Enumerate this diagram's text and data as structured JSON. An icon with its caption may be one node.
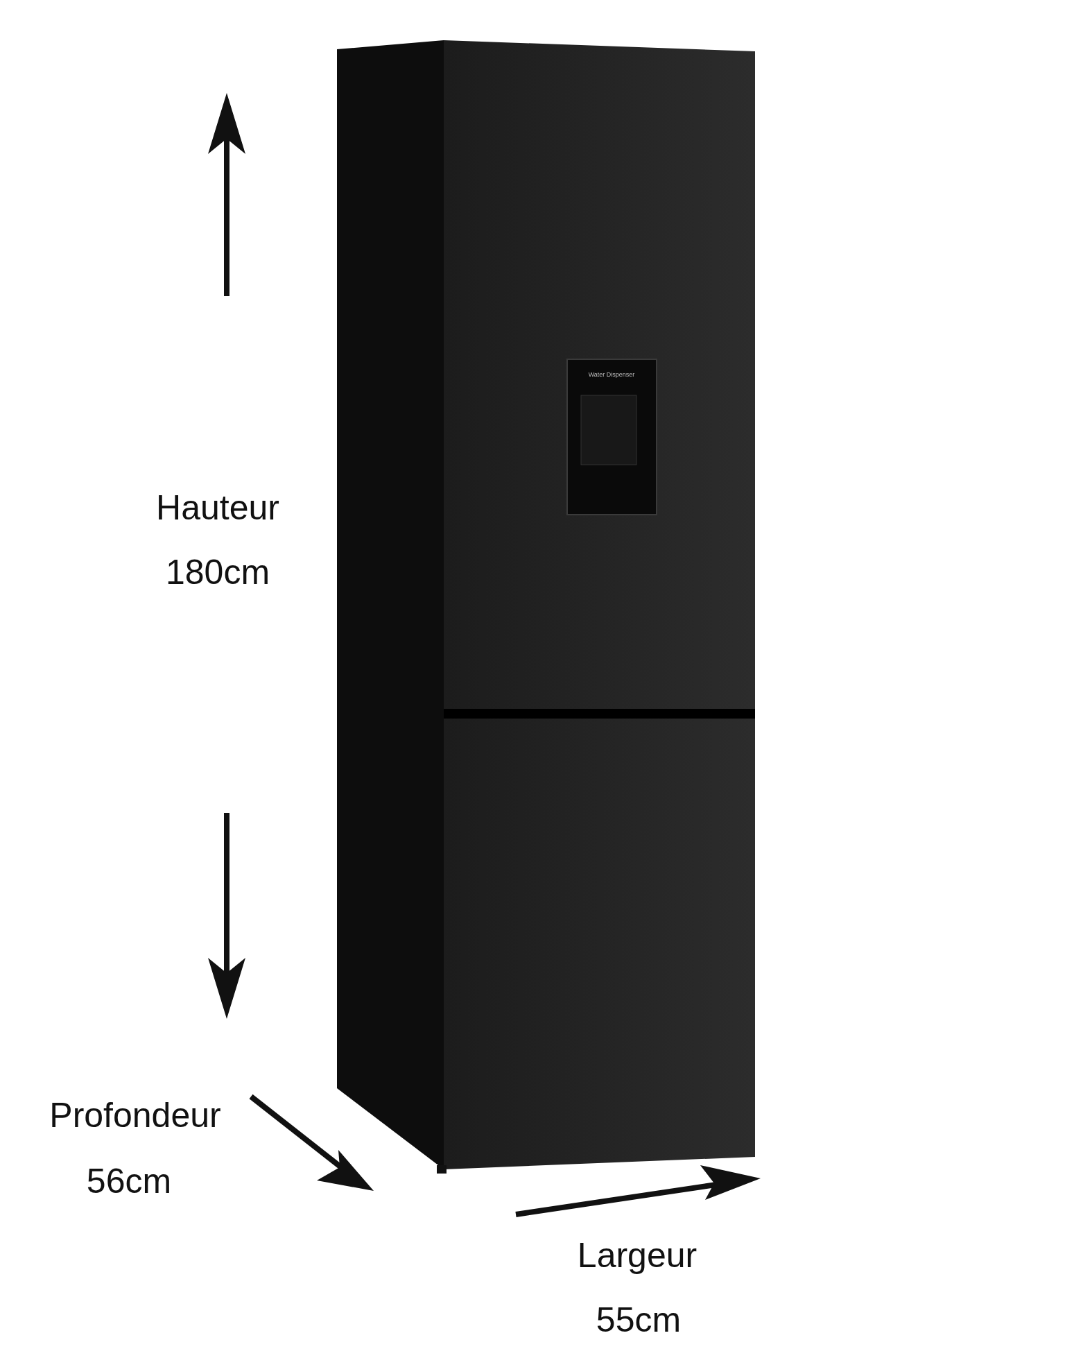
{
  "diagram": {
    "labels": [
      "Hauteur",
      "180cm",
      "Water Dispenser",
      "Profondeur",
      "56cm",
      "Largeur",
      "55cm"
    ]
  }
}
